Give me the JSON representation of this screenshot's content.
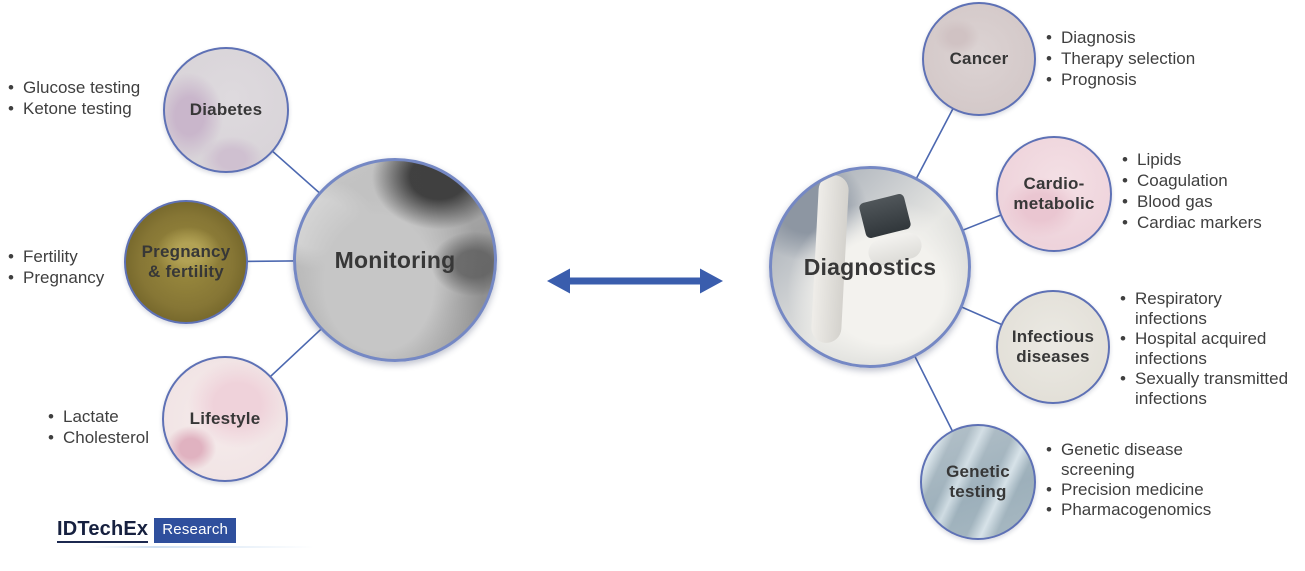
{
  "glyphs": {
    "bullet": "•"
  },
  "colors": {
    "hub_border": "#7588c4",
    "satellite_border": "#5e71b5",
    "connector": "#4c68b0",
    "arrow": "#3a5dad",
    "text": "#3f3f3f",
    "logo_navy": "#2f4f9d"
  },
  "left": {
    "hub_label": "Monitoring",
    "satellites": [
      {
        "label": "Diabetes",
        "bullets": [
          "Glucose testing",
          "Ketone testing"
        ]
      },
      {
        "label": "Pregnancy\n& fertility",
        "bullets": [
          "Fertility",
          "Pregnancy"
        ]
      },
      {
        "label": "Lifestyle",
        "bullets": [
          "Lactate",
          "Cholesterol"
        ]
      }
    ]
  },
  "right": {
    "hub_label": "Diagnostics",
    "satellites": [
      {
        "label": "Cancer",
        "bullets": [
          "Diagnosis",
          "Therapy selection",
          "Prognosis"
        ]
      },
      {
        "label": "Cardio-\nmetabolic",
        "bullets": [
          "Lipids",
          "Coagulation",
          "Blood gas",
          "Cardiac markers"
        ]
      },
      {
        "label": "Infectious\ndiseases",
        "bullets": [
          "Respiratory\ninfections",
          "Hospital acquired\ninfections",
          "Sexually transmitted\ninfections"
        ]
      },
      {
        "label": "Genetic\ntesting",
        "bullets": [
          "Genetic disease\nscreening",
          "Precision medicine",
          "Pharmacogenomics"
        ]
      }
    ]
  },
  "logo": {
    "brand": "IDTechEx",
    "suffix": "Research"
  }
}
